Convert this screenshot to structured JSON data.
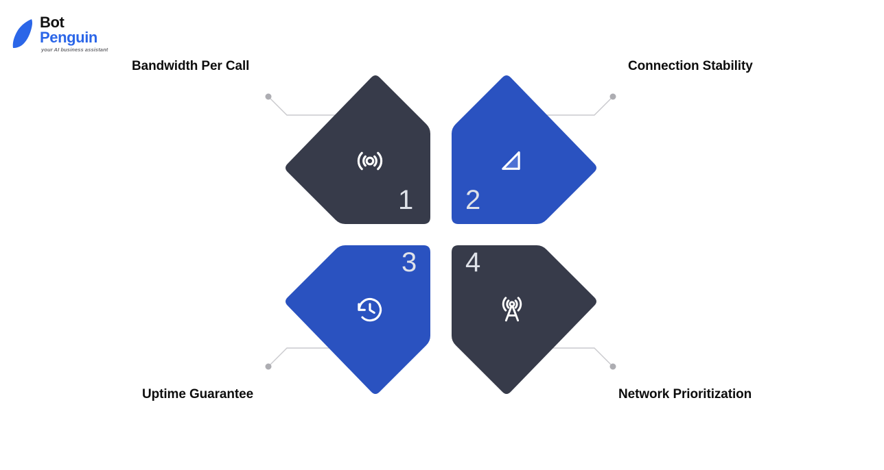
{
  "brand": {
    "name_line1": "Bot",
    "name_line2": "Penguin",
    "tagline": "your AI business assistant",
    "mark_color": "#2B66E8",
    "name_line1_color": "#111111",
    "name_line2_color": "#2B66E8",
    "tagline_color": "#6e6e72"
  },
  "theme": {
    "background": "#ffffff",
    "dark": "#373b4a",
    "blue": "#2a52c0",
    "connector_line": "#c9c9cd",
    "connector_dot": "#adadb2",
    "number_color": "#dfe2e9",
    "label_color": "#0d0d0d"
  },
  "nodes": [
    {
      "number": "1",
      "label": "Bandwidth Per Call",
      "icon": "broadcast-signal-icon",
      "fill": "#373b4a",
      "orientation": "flat-right-top"
    },
    {
      "number": "2",
      "label": "Connection Stability",
      "icon": "signal-bars-icon",
      "fill": "#2a52c0",
      "orientation": "flat-left-top"
    },
    {
      "number": "3",
      "label": "Uptime Guarantee",
      "icon": "history-clock-icon",
      "fill": "#2a52c0",
      "orientation": "flat-right-bottom"
    },
    {
      "number": "4",
      "label": "Network Prioritization",
      "icon": "cell-tower-icon",
      "fill": "#373b4a",
      "orientation": "flat-left-bottom"
    }
  ]
}
